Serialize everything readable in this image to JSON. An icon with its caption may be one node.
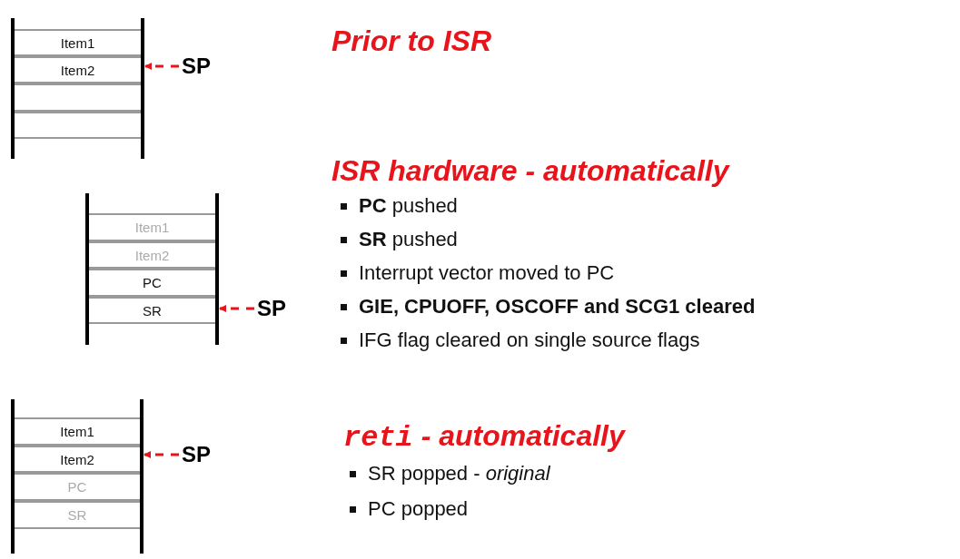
{
  "diagram": {
    "nodes": [
      {
        "text": [
          "Item1"
        ]
      },
      {
        "text": [
          "Item2"
        ]
      },
      {
        "text": [],
        "shape": "box"
      },
      {
        "text": [],
        "shape": "box"
      },
      {
        "text": [
          "SP"
        ]
      },
      {
        "text": [
          "Item1"
        ]
      },
      {
        "text": [
          "Item2"
        ]
      },
      {
        "text": [
          "PC"
        ]
      },
      {
        "text": [
          "SR"
        ]
      },
      {
        "text": [
          "SP"
        ]
      },
      {
        "text": [
          "Item1"
        ]
      },
      {
        "text": [
          "Item2"
        ]
      },
      {
        "text": [
          "PC"
        ]
      },
      {
        "text": [
          "SR"
        ]
      },
      {
        "text": [
          "SP"
        ]
      }
    ],
    "edges": [
      {
        "from": 4,
        "to": 1,
        "arrow": "to",
        "style": "dashed"
      },
      {
        "from": 9,
        "to": 8,
        "arrow": "to",
        "style": "dashed"
      },
      {
        "from": 14,
        "to": 11,
        "arrow": "to",
        "style": "dashed"
      }
    ],
    "labels": [
      "Prior to ISR",
      "ISR hardware - automatically",
      "**PC** pushed",
      "**SR** pushed",
      "Interrupt vector moved to PC",
      "GIE,  CPUOFF, OSCOFF and SCG1 cleared",
      "IFG flag cleared on single source flags",
      "reti - automatically",
      "SR popped - *original*",
      "PC popped"
    ]
  }
}
